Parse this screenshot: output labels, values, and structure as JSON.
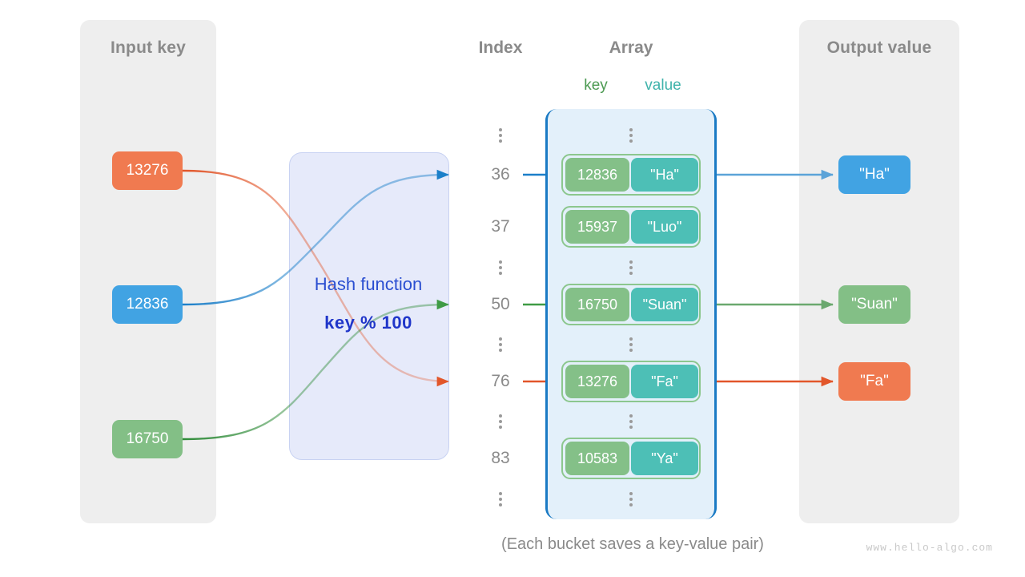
{
  "panels": {
    "input": {
      "title": "Input key"
    },
    "output": {
      "title": "Output value"
    }
  },
  "hash": {
    "label": "Hash function",
    "formula": "key % 100"
  },
  "headers": {
    "index": "Index",
    "array": "Array",
    "key": "key",
    "value": "value"
  },
  "input_keys": [
    {
      "text": "13276",
      "color": "#f07a50"
    },
    {
      "text": "12836",
      "color": "#41a3e3"
    },
    {
      "text": "16750",
      "color": "#83bf86"
    }
  ],
  "output_values": [
    {
      "text": "\"Ha\"",
      "color": "#41a3e3"
    },
    {
      "text": "\"Suan\"",
      "color": "#83bf86"
    },
    {
      "text": "\"Fa\"",
      "color": "#f07a50"
    }
  ],
  "index_labels": [
    "36",
    "37",
    "50",
    "76",
    "83"
  ],
  "buckets": [
    {
      "index": "36",
      "key": "12836",
      "value": "\"Ha\""
    },
    {
      "index": "37",
      "key": "15937",
      "value": "\"Luo\""
    },
    {
      "index": "50",
      "key": "16750",
      "value": "\"Suan\""
    },
    {
      "index": "76",
      "key": "13276",
      "value": "\"Fa\""
    },
    {
      "index": "83",
      "key": "10583",
      "value": "\"Ya\""
    }
  ],
  "caption": "(Each bucket saves a key-value pair)",
  "watermark": "www.hello-algo.com",
  "colors": {
    "orange": "#f07a50",
    "blue": "#41a3e3",
    "green": "#83bf86",
    "teal": "#4dbfb6",
    "bracket_border": "#1a7ac4",
    "bracket_fill": "#e3f0fa",
    "panel_gray": "#eeeeee",
    "hash_fill": "#e6eafa",
    "hash_text": "#2b4fd1",
    "label_gray": "#8a8a8a",
    "key_head": "#4c9a52",
    "value_head": "#3fb3ab"
  }
}
